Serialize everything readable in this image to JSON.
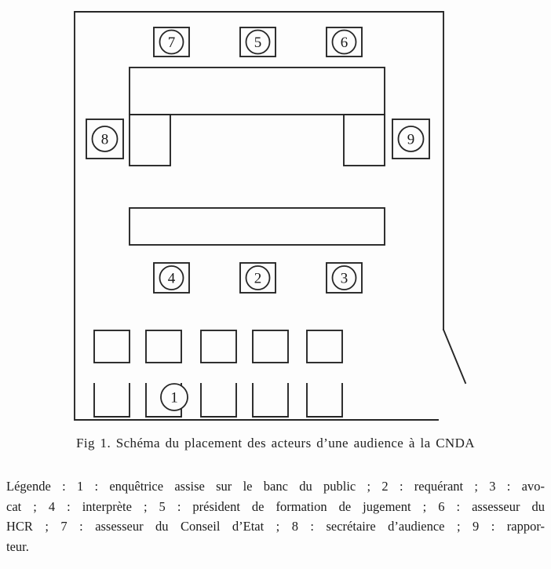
{
  "colors": {
    "ink": "#262626",
    "paper": "#fdfdfd"
  },
  "figure": {
    "caption": "Fig 1. Schéma du placement des acteurs d’une audience à la CNDA",
    "seats": {
      "n1": "1",
      "n2": "2",
      "n3": "3",
      "n4": "4",
      "n5": "5",
      "n6": "6",
      "n7": "7",
      "n8": "8",
      "n9": "9"
    }
  },
  "legend": {
    "lines": [
      "Légende : 1 : enquêtrice assise sur le banc du public ; 2 : requérant ; 3 : avo-",
      "cat ; 4 : interprète ; 5 : président de formation de jugement ; 6 : assesseur du",
      "HCR ; 7 : assesseur du Conseil d’Etat ; 8 : secrétaire d’audience ; 9 : rappor-",
      "teur."
    ]
  }
}
